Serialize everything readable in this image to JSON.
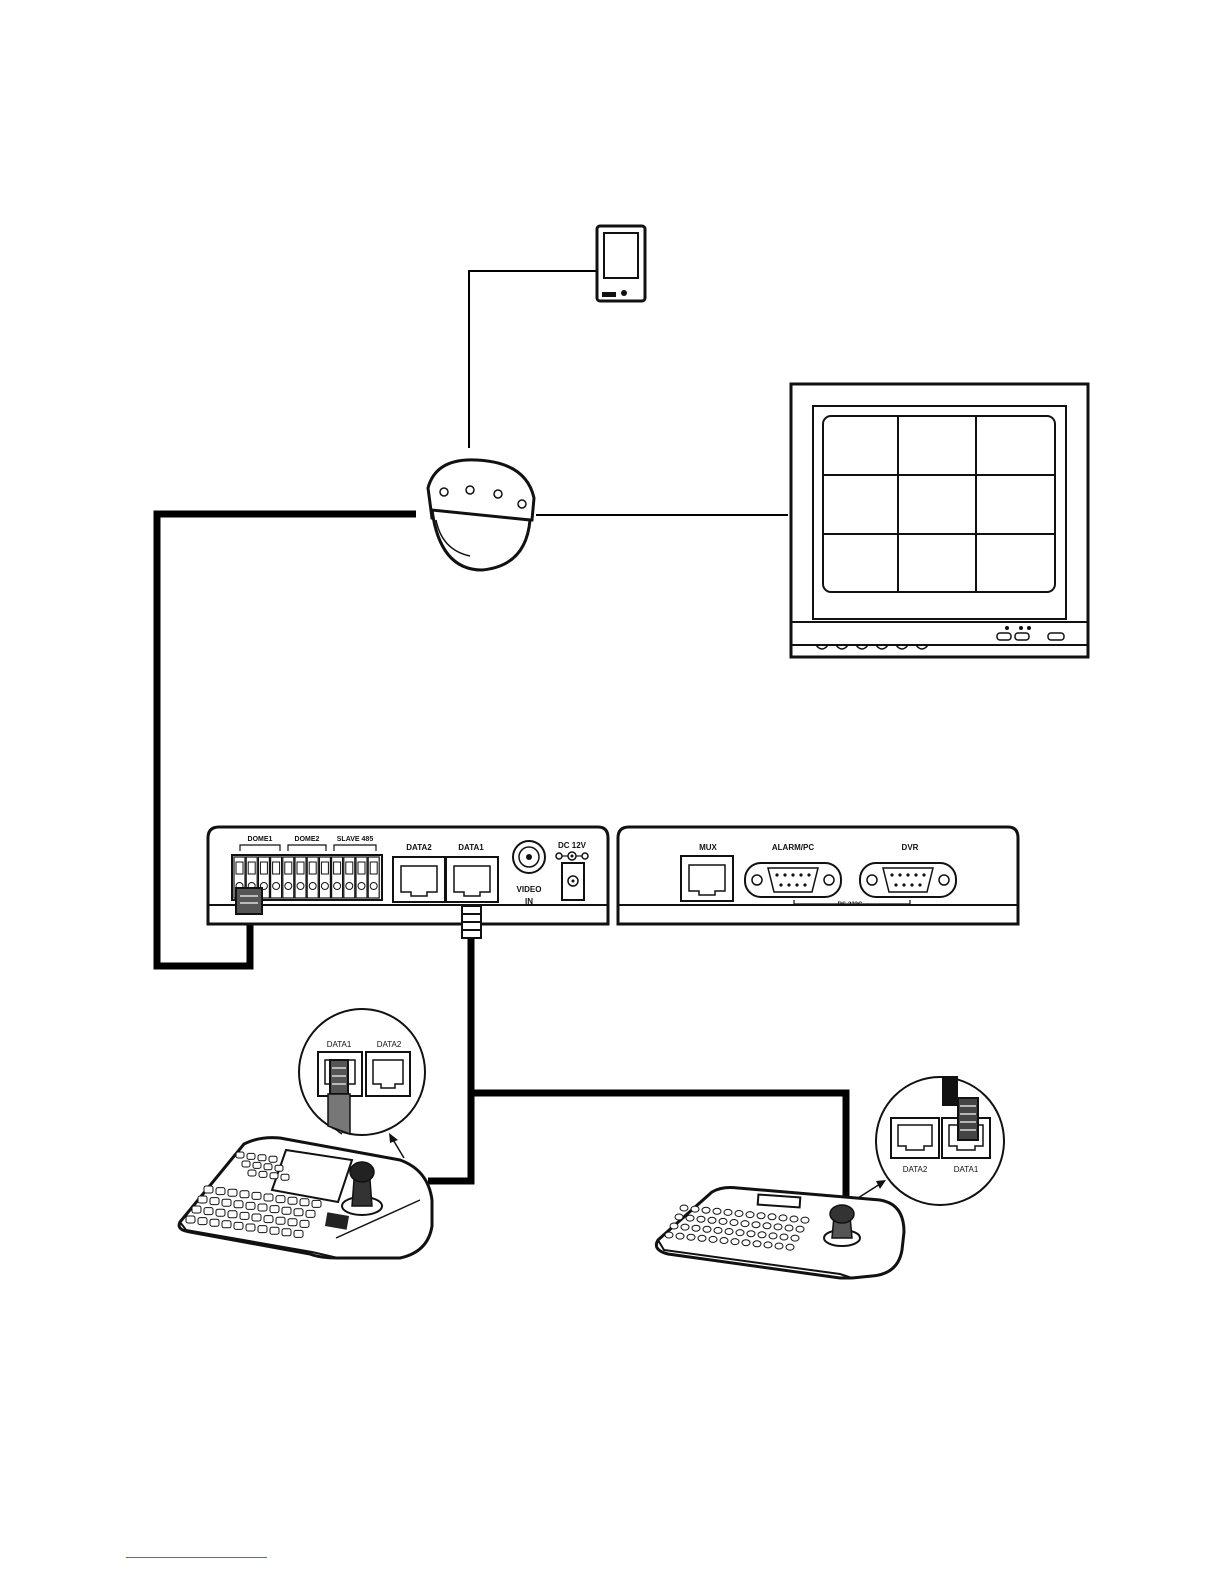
{
  "dome_terminals": {
    "dome1": "DOME1",
    "dome2": "DOME2",
    "slave": "SLAVE 485"
  },
  "rear_panel": {
    "data2": "DATA2",
    "data1": "DATA1",
    "dc": "DC 12V",
    "video_in_line1": "VIDEO",
    "video_in_line2": "IN"
  },
  "rs232_panel": {
    "mux": "MUX",
    "alarm_pc": "ALARM/PC",
    "dvr": "DVR",
    "rs232": "RS-232C"
  },
  "keyboard1_inset": {
    "data1": "DATA1",
    "data2": "DATA2"
  },
  "keyboard2_inset": {
    "data2": "DATA2",
    "data1": "DATA1"
  }
}
